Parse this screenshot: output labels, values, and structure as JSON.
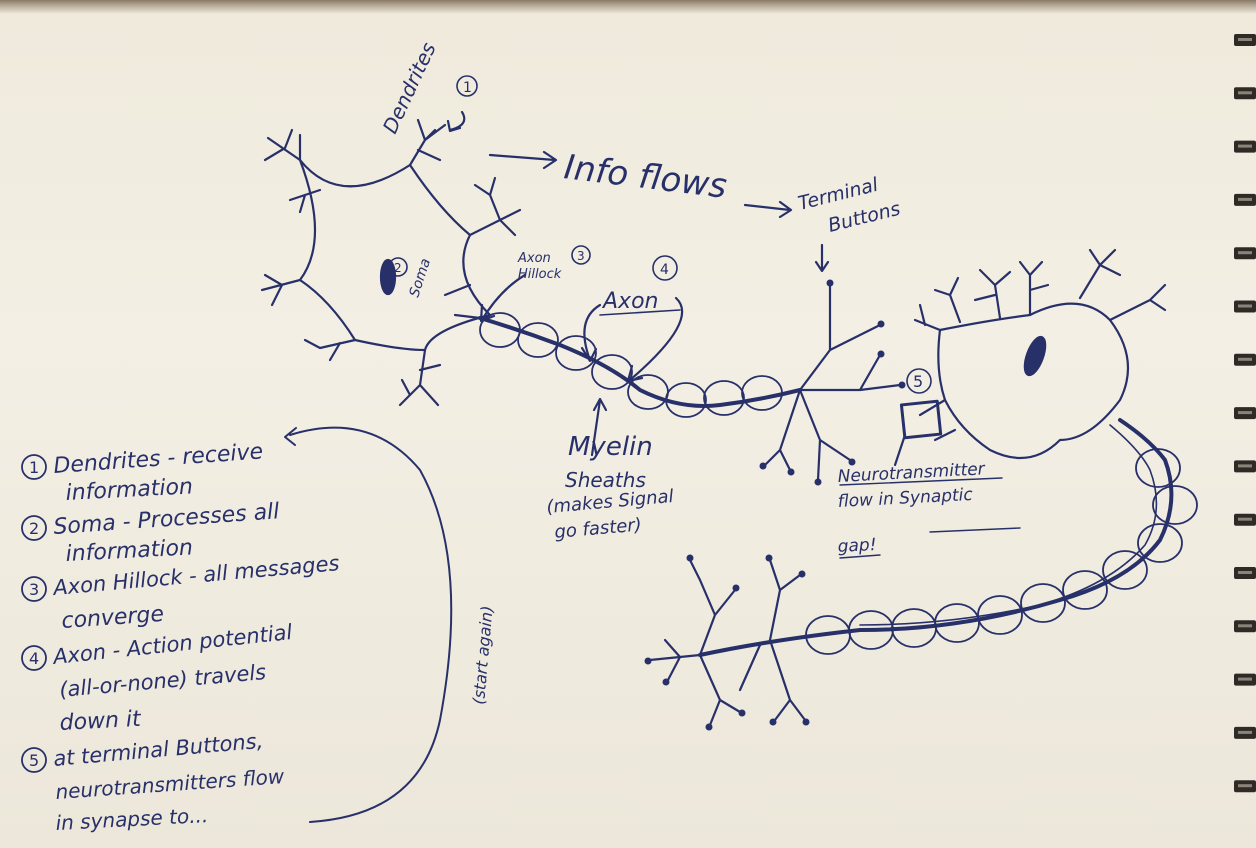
{
  "colors": {
    "ink": "#28306a",
    "paper": "#f1ede2",
    "binding": "#2e2b27"
  },
  "labels": {
    "dendrites": "Dendrites",
    "dendrites_num": "1",
    "soma": "Soma",
    "soma_num": "2",
    "axon_hillock_line1": "Axon",
    "axon_hillock_num": "3",
    "axon_hillock_line2": "Hillock",
    "axon": "Axon",
    "axon_num": "4",
    "info_flows": "Info flows",
    "terminal_line1": "Terminal",
    "terminal_line2": "Buttons",
    "myelin_line1": "Myelin",
    "myelin_line2": "Sheaths",
    "myelin_line3": "(makes Signal",
    "myelin_line4": "go faster)",
    "synapse_num": "5",
    "neuro_line1": "Neurotransmitter",
    "neuro_line2": "flow in Synaptic",
    "neuro_line3": "gap!",
    "start_again": "(start again)"
  },
  "notes": [
    {
      "num": "1",
      "lines": [
        "Dendrites - receive",
        "information"
      ]
    },
    {
      "num": "2",
      "lines": [
        "Soma - Processes all",
        "information"
      ]
    },
    {
      "num": "3",
      "lines": [
        "Axon Hillock - all messages",
        "converge"
      ]
    },
    {
      "num": "4",
      "lines": [
        "Axon - Action potential",
        "(all-or-none) travels",
        "down it"
      ]
    },
    {
      "num": "5",
      "lines": [
        "at terminal Buttons,",
        "neurotransmitters flow",
        "in synapse to..."
      ]
    }
  ]
}
